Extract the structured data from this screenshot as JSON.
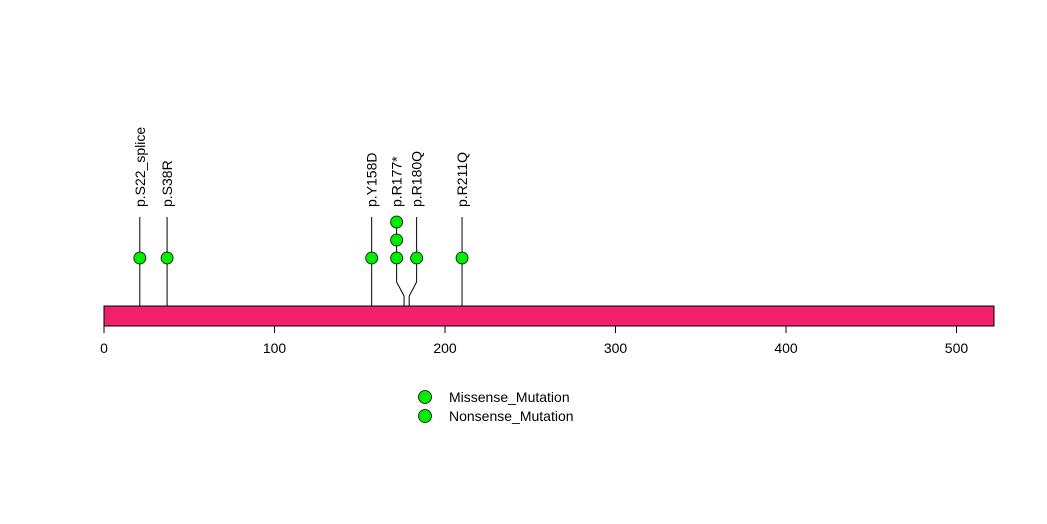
{
  "chart_data": {
    "type": "lollipop",
    "x_domain": [
      0,
      522
    ],
    "protein_length": 522,
    "domain_color": "#F2206A",
    "tick_values": [
      0,
      100,
      200,
      300,
      400,
      500
    ],
    "tick_labels": [
      "0",
      "100",
      "200",
      "300",
      "400",
      "500"
    ],
    "mutations": [
      {
        "label": "p.S22_splice",
        "position": 21,
        "count": 1
      },
      {
        "label": "p.S38R",
        "position": 37,
        "count": 1
      },
      {
        "label": "p.Y158D",
        "position": 157,
        "count": 1
      },
      {
        "label": "p.R177*",
        "position": 176,
        "count": 3
      },
      {
        "label": "p.R180Q",
        "position": 179,
        "count": 1
      },
      {
        "label": "p.R211Q",
        "position": 210,
        "count": 1
      }
    ],
    "legend": [
      {
        "label": "Missense_Mutation",
        "color": "#00EE00"
      },
      {
        "label": "Nonsense_Mutation",
        "color": "#00EE00"
      }
    ],
    "legend_placement": "bottom-center"
  }
}
